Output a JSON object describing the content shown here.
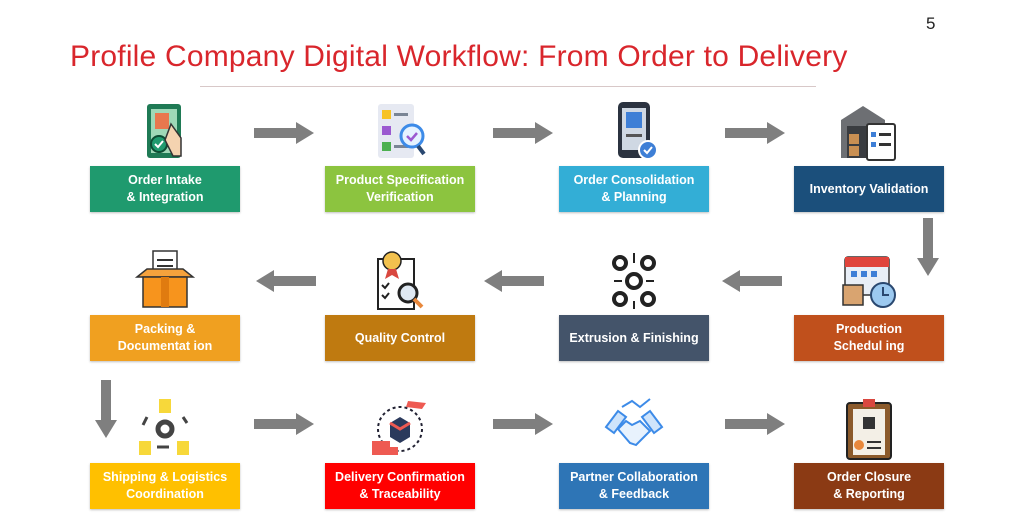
{
  "page_number": "5",
  "title": "Profile Company Digital Workflow: From Order to Delivery",
  "steps": [
    {
      "line1": "Order Intake",
      "line2": "& Integration",
      "color": "#1f9a6e",
      "icon": "touch-screen-order-icon"
    },
    {
      "line1": "Product Specification",
      "line2": "Verification",
      "color": "#8cc43f",
      "icon": "checklist-magnifier-icon"
    },
    {
      "line1": "Order Consolidation",
      "line2": "& Planning",
      "color": "#33aed6",
      "icon": "mobile-order-icon"
    },
    {
      "line1": "Inventory Validation",
      "line2": "",
      "color": "#1b4f7b",
      "icon": "warehouse-clipboard-icon"
    },
    {
      "line1": "Production",
      "line2": "Schedul ing",
      "color": "#c0501c",
      "icon": "calendar-clock-icon"
    },
    {
      "line1": "Extrusion & Finishing",
      "line2": "",
      "color": "#44546a",
      "icon": "gears-icon"
    },
    {
      "line1": "Quality Control",
      "line2": "",
      "color": "#bf7a10",
      "icon": "quality-certificate-icon"
    },
    {
      "line1": "Packing &",
      "line2": "Documentat ion",
      "color": "#f0a020",
      "icon": "box-documents-icon"
    },
    {
      "line1": "Shipping & Logistics",
      "line2": "Coordination",
      "color": "#ffc000",
      "icon": "logistics-cycle-icon"
    },
    {
      "line1": "Delivery Confirmation",
      "line2": "& Traceability",
      "color": "#ff0000",
      "icon": "delivery-tracking-icon"
    },
    {
      "line1": "Partner Collaboration",
      "line2": "& Feedback",
      "color": "#2e75b6",
      "icon": "handshake-icon"
    },
    {
      "line1": "Order Closure",
      "line2": "& Reporting",
      "color": "#8b3a14",
      "icon": "report-clipboard-icon"
    }
  ],
  "arrow_color": "#7f7f7f"
}
